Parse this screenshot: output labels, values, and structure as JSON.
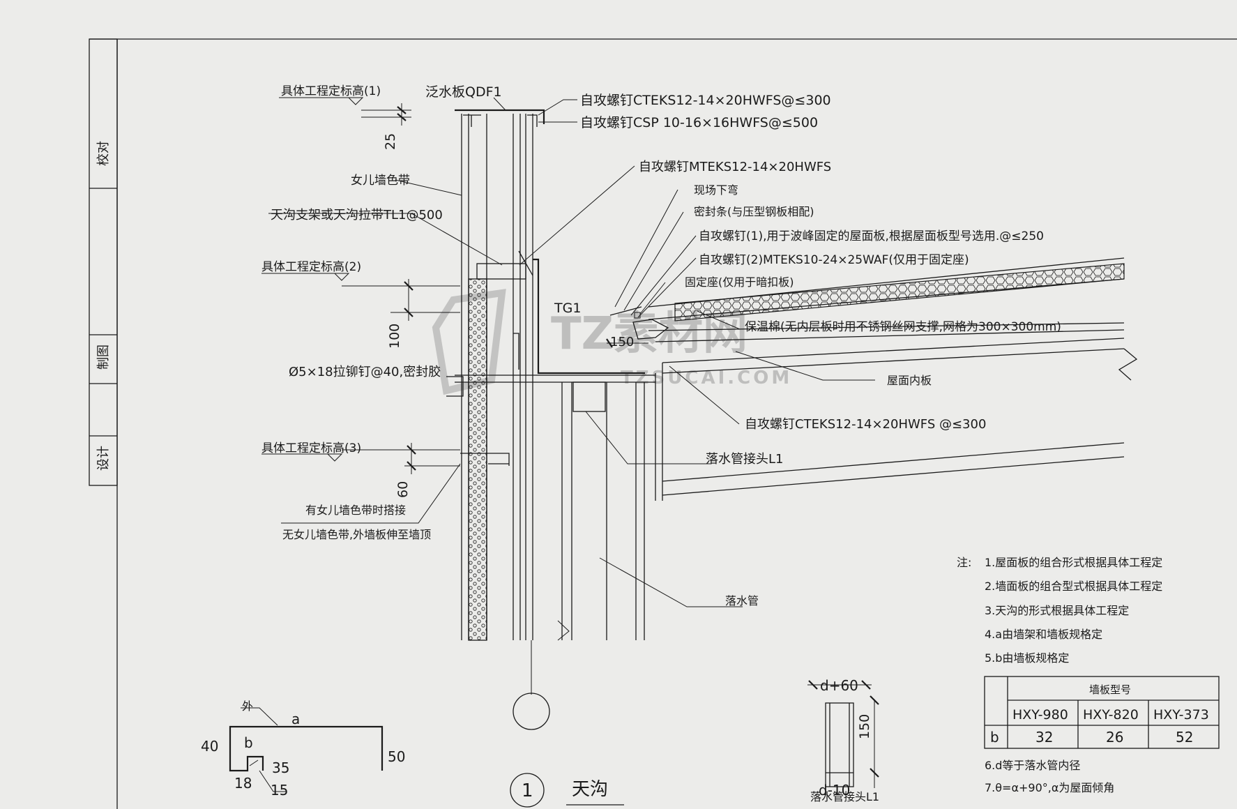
{
  "title_block": {
    "check": "校对",
    "drawn": "制图",
    "design": "设计"
  },
  "labels": {
    "elev1": "具体工程定标高(1)",
    "flashing": "泛水板QDF1",
    "screw_a": "自攻螺钉CTEKS12-14×20HWFS@≤300",
    "screw_b": "自攻螺钉CSP 10-16×16HWFS@≤500",
    "dim_25": "25",
    "parapet_band": "女儿墙色带",
    "screw_c": "自攻螺钉MTEKS12-14×20HWFS",
    "gutter_support": "天沟支架或天沟拉带TL1@500",
    "bend": "现场下弯",
    "seal_strip": "密封条(与压型钢板相配)",
    "screw_1": "自攻螺钉(1),用于波峰固定的屋面板,根据屋面板型号选用.@≤250",
    "screw_2": "自攻螺钉(2)MTEKS10-24×25WAF(仅用于固定座)",
    "elev2": "具体工程定标高(2)",
    "fixing_seat": "固定座(仅用于暗扣板)",
    "tg1": "TG1",
    "insulation": "保温棉(无内层板时用不锈钢丝网支撑,网格为300×300mm)",
    "dim_150": "150",
    "dim_100": "100",
    "rivet": "Ø5×18拉铆钉@40,密封胶",
    "inner_panel": "屋面内板",
    "screw_d": "自攻螺钉CTEKS12-14×20HWFS  @≤300",
    "elev3": "具体工程定标高(3)",
    "downpipe_joint": "落水管接头L1",
    "dim_60": "60",
    "lap1": "有女儿墙色带时搭接",
    "lap2": "无女儿墙色带,外墙板伸至墙顶",
    "downpipe": "落水管"
  },
  "notes": {
    "prefix": "注:",
    "items": [
      "1.屋面板的组合形式根据具体工程定",
      "2.墙面板的组合型式根据具体工程定",
      "3.天沟的形式根据具体工程定",
      "4.a由墙架和墙板规格定",
      "5.b由墙板规格定",
      "6.d等于落水管内径",
      "7.θ=α+90°,α为屋面倾角"
    ]
  },
  "table": {
    "header": "墙板型号",
    "row_label": "b",
    "columns": [
      "HXY-980",
      "HXY-820",
      "HXY-373"
    ],
    "values": [
      "32",
      "26",
      "52"
    ]
  },
  "profile": {
    "outside": "外",
    "a": "a",
    "b": "b",
    "d40": "40",
    "d50": "50",
    "d35": "35",
    "d18": "18",
    "d15": "15"
  },
  "caption": {
    "number": "1",
    "title": "天沟"
  },
  "joint_detail": {
    "top": "d+60",
    "side": "150",
    "bottom": "d-10",
    "label": "落水管接头L1"
  },
  "watermark": {
    "main": "TZ素材网",
    "sub": "TZSUCAI.COM"
  }
}
